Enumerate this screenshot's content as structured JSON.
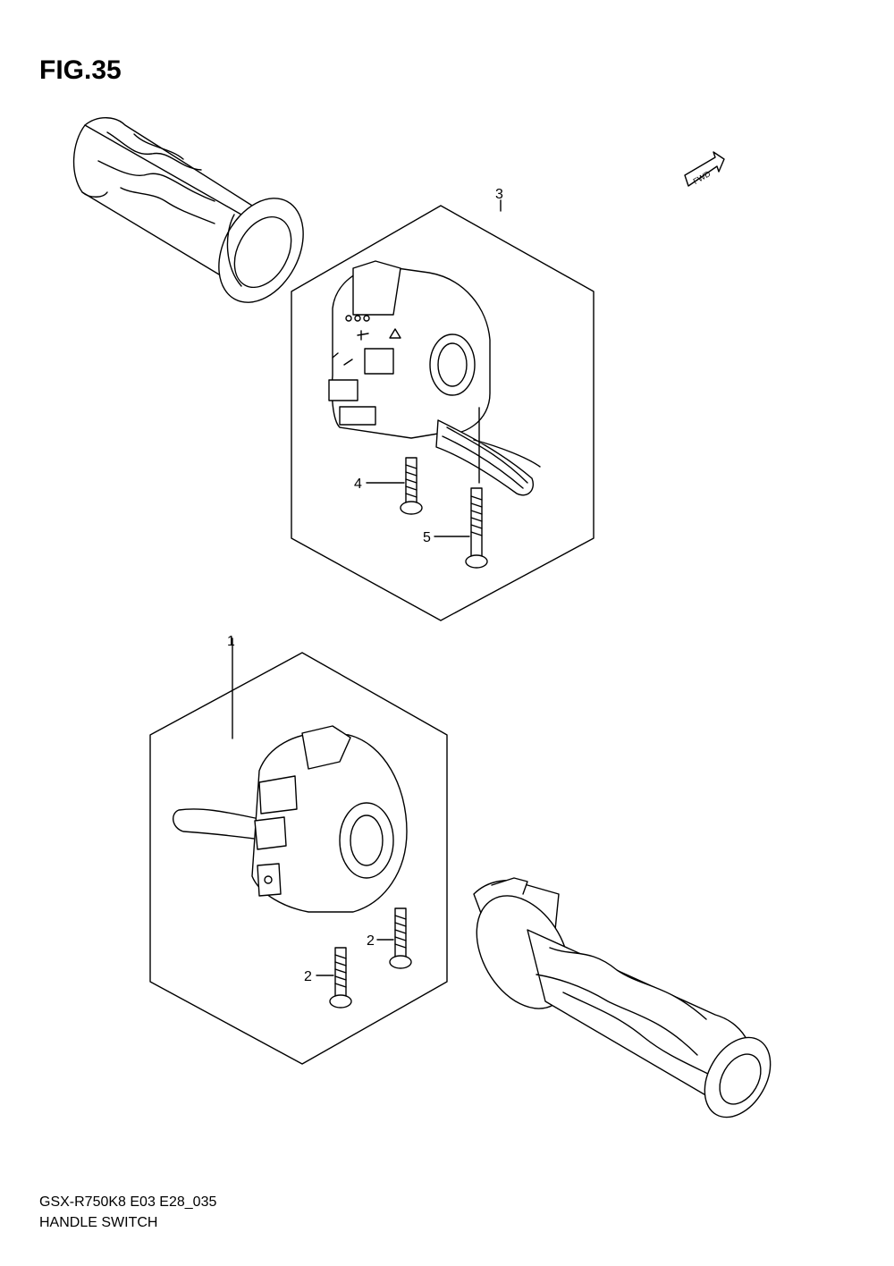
{
  "figure": {
    "title": "FIG.35",
    "code": "GSX-R750K8 E03 E28_035",
    "name": "HANDLE SWITCH"
  },
  "direction_badge": {
    "label": "FWD",
    "icon": "fwd-arrow-icon"
  },
  "callouts": {
    "c1": "1",
    "c2a": "2",
    "c2b": "2",
    "c3": "3",
    "c4": "4",
    "c5": "5"
  },
  "parts": [
    {
      "ref": "1",
      "description": "left handle switch assembly"
    },
    {
      "ref": "2",
      "description": "screw (x2)"
    },
    {
      "ref": "3",
      "description": "right handle switch assembly"
    },
    {
      "ref": "4",
      "description": "screw"
    },
    {
      "ref": "5",
      "description": "screw"
    }
  ]
}
